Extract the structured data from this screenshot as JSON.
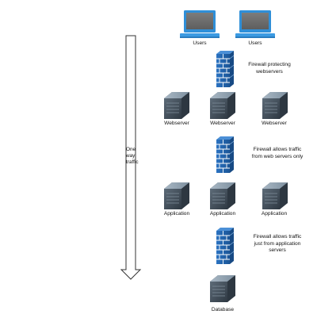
{
  "arrow": {
    "text_lines": [
      "One",
      "way",
      "traffic"
    ]
  },
  "users": [
    "Users",
    "Users"
  ],
  "firewalls": [
    {
      "lines": [
        "Firewall protecting",
        "webservers"
      ]
    },
    {
      "lines": [
        "Firewall allows traffic",
        "from web servers only"
      ]
    },
    {
      "lines": [
        "Firewall allows traffic",
        "just from application",
        "servers"
      ]
    }
  ],
  "webservers": [
    "Webserver",
    "Webserver",
    "Webserver"
  ],
  "applications": [
    "Application",
    "Application",
    "Application"
  ],
  "database": "Database",
  "colors": {
    "monitor_frame": "#2f8fd8",
    "screen": "#6d6d6d",
    "firewall": "#2266b0",
    "server_body": "#4e5b68",
    "server_top": "#8ea0b0",
    "arrow_stroke": "#333333"
  }
}
